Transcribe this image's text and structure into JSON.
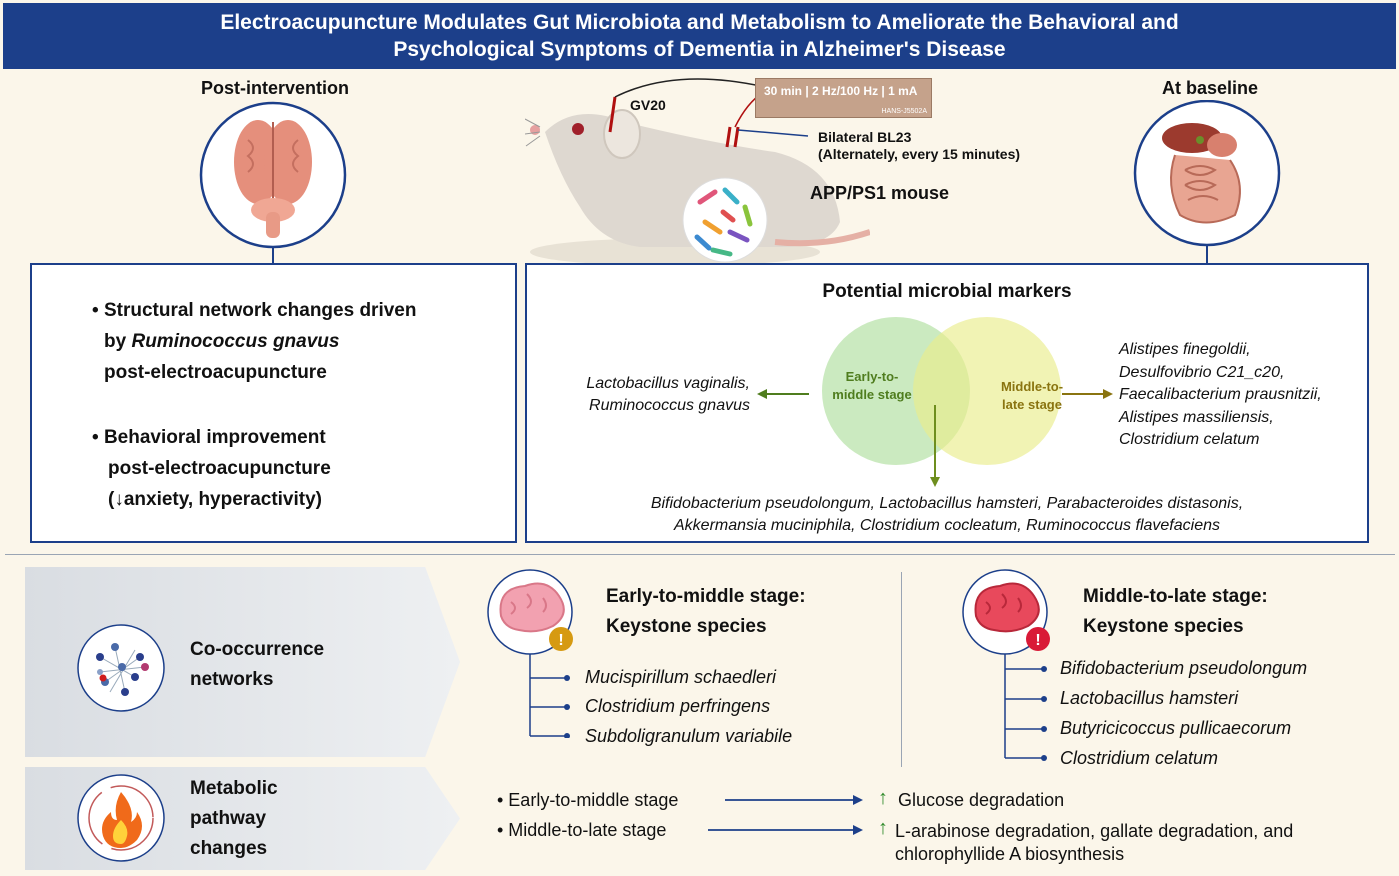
{
  "title": {
    "line1": "Electroacupuncture Modulates Gut Microbiota and Metabolism to Ameliorate the Behavioral and",
    "line2": "Psychological Symptoms of Dementia in Alzheimer's Disease"
  },
  "top": {
    "post_label": "Post-intervention",
    "baseline_label": "At baseline",
    "gv20": "GV20",
    "device_settings": "30 min | 2 Hz/100 Hz | 1 mA",
    "device_model": "HANS-J5502A",
    "bl23_line1": "Bilateral BL23",
    "bl23_line2": "(Alternately, every 15 minutes)",
    "mouse_label": "APP/PS1 mouse"
  },
  "left_box": {
    "b1_line1": "Structural network changes driven",
    "b1_by": "by",
    "b1_species": "Ruminococcus gnavus",
    "b1_line3": "post-electroacupuncture",
    "b2_line1": "Behavioral improvement",
    "b2_line2": "post-electroacupuncture",
    "b2_line3": "(↓anxiety, hyperactivity)"
  },
  "markers": {
    "title": "Potential microbial markers",
    "early_circle": "Early-to-middle stage",
    "late_circle": "Middle-to-late stage",
    "left_species_1": "Lactobacillus vaginalis,",
    "left_species_2": "Ruminococcus gnavus",
    "right_species": [
      "Alistipes finegoldii,",
      "Desulfovibrio C21_c20,",
      "Faecalibacterium prausnitzii,",
      "Alistipes massiliensis,",
      "Clostridium celatum"
    ],
    "shared_1": "Bifidobacterium pseudolongum, Lactobacillus hamsteri, Parabacteroides distasonis,",
    "shared_2": "Akkermansia muciniphila, Clostridium cocleatum, Ruminococcus flavefaciens"
  },
  "cooccurrence": {
    "label_1": "Co-occurrence",
    "label_2": "networks",
    "early_title_1": "Early-to-middle stage:",
    "early_title_2": "Keystone species",
    "early_species": [
      "Mucispirillum schaedleri",
      "Clostridium perfringens",
      "Subdoligranulum variabile"
    ],
    "late_title_1": "Middle-to-late stage:",
    "late_title_2": "Keystone species",
    "late_species": [
      "Bifidobacterium pseudolongum",
      "Lactobacillus hamsteri",
      "Butyricicoccus pullicaecorum",
      "Clostridium celatum"
    ]
  },
  "metabolic": {
    "label_1": "Metabolic",
    "label_2": "pathway",
    "label_3": "changes",
    "row1_stage": "• Early-to-middle stage",
    "row1_result": "Glucose degradation",
    "row2_stage": "• Middle-to-late stage",
    "row2_result_1": "L-arabinose degradation, gallate degradation, and",
    "row2_result_2": "chlorophyllide A biosynthesis",
    "up_arrow": "↑"
  },
  "colors": {
    "navy": "#1c3f8a",
    "early_green": "#4f7d1e",
    "late_olive": "#8a7410",
    "warning_orange": "#d69a12",
    "warning_red": "#d91a37"
  }
}
